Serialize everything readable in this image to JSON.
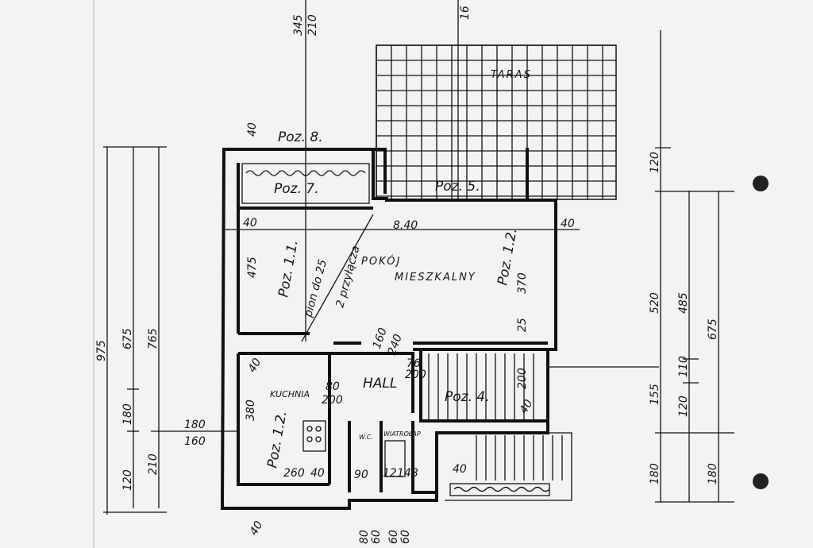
{
  "plan": {
    "rooms": {
      "taras": "TARAS",
      "pokoj": "POKÓJ",
      "mieszkalny": "MIESZKALNY",
      "hall": "HALL",
      "kuchnia": "KUCHNIA",
      "wc": "W.C.",
      "wiatrolap": "WIATROŁAP"
    },
    "positions": {
      "poz8": "Poz. 8.",
      "poz7": "Poz. 7.",
      "poz5": "Poz. 5.",
      "poz11": "Poz. 1.1.",
      "poz12a": "Poz. 1.2.",
      "poz12b": "Poz. 1.2.",
      "poz4": "Poz. 4."
    },
    "notes": {
      "pion": "pion do 25",
      "przylacza": "2 przyłącza"
    },
    "dims_left": [
      "975",
      "675",
      "765",
      "180",
      "180",
      "160",
      "120",
      "210"
    ],
    "dims_right": [
      "120",
      "520",
      "485",
      "675",
      "155",
      "110",
      "120",
      "180",
      "180"
    ],
    "dims_top": [
      "345",
      "210",
      "16"
    ],
    "dims_inner": [
      "40",
      "8.40",
      "40",
      "40",
      "475",
      "370",
      "25",
      "160",
      "240",
      "76",
      "200",
      "80",
      "200",
      "40",
      "380",
      "260",
      "40",
      "90",
      "12",
      "148",
      "40",
      "200",
      "40",
      "40",
      "80",
      "60",
      "60",
      "60"
    ]
  }
}
